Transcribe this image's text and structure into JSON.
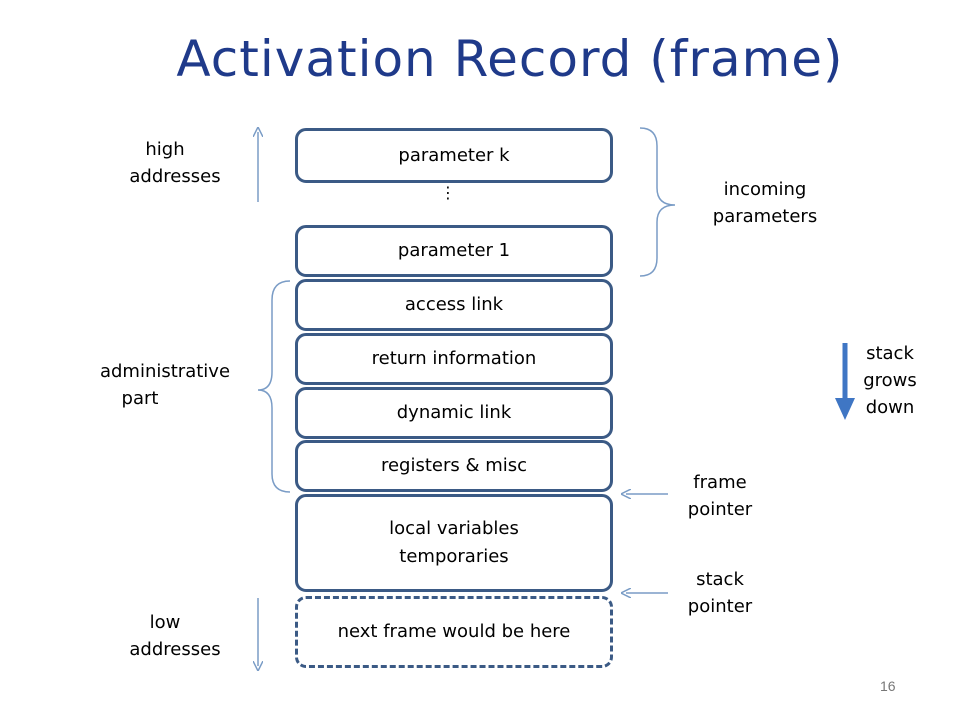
{
  "title": "Activation Record (frame)",
  "stack": {
    "parameter_k": "parameter k",
    "ellipsis": "⋮",
    "parameter_1": "parameter 1",
    "access_link": "access link",
    "return_info": "return information",
    "dynamic_link": "dynamic link",
    "registers": "registers & misc",
    "locals_line1": "local variables",
    "locals_line2": "temporaries",
    "next_frame": "next frame would be here"
  },
  "labels": {
    "high_line1": "high",
    "high_line2": "addresses",
    "low_line1": "low",
    "low_line2": "addresses",
    "admin_line1": "administrative",
    "admin_line2": "part",
    "incoming_line1": "incoming",
    "incoming_line2": "parameters",
    "stack_grows_line1": "stack",
    "stack_grows_line2": "grows",
    "stack_grows_line3": "down",
    "frame_ptr_line1": "frame",
    "frame_ptr_line2": "pointer",
    "stack_ptr_line1": "stack",
    "stack_ptr_line2": "pointer"
  },
  "page_number": "16",
  "colors": {
    "title": "#1f3a8a",
    "box_border": "#3b5a85",
    "arrow": "#7a9cc6",
    "grow_arrow": "#3f76c4"
  }
}
